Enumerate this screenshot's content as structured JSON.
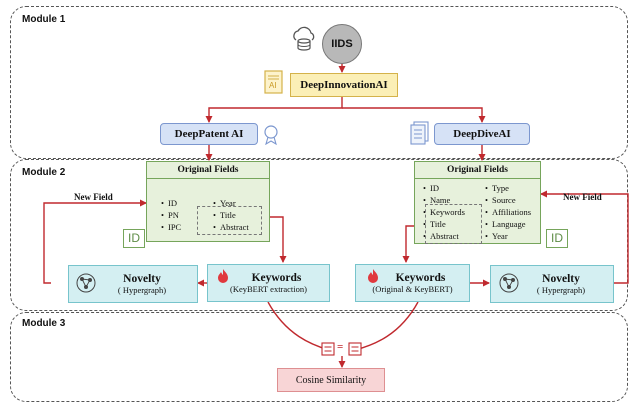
{
  "modules": {
    "m1": "Module 1",
    "m2": "Module 2",
    "m3": "Module 3"
  },
  "source": "IIDS",
  "main_system": "DeepInnovationAI",
  "ai_badge": "AI",
  "left": {
    "system": "DeepPatent AI",
    "fields_title": "Original Fields",
    "fields_col1": [
      "ID",
      "PN",
      "IPC"
    ],
    "fields_col2": [
      "Year",
      "Title",
      "Abstract"
    ],
    "id_badge": "ID",
    "new_field": "New Field",
    "novelty_title": "Novelty",
    "novelty_sub": "( Hypergraph)",
    "keywords_title": "Keywords",
    "keywords_sub": "(KeyBERT extraction)"
  },
  "right": {
    "system": "DeepDiveAI",
    "fields_title": "Original Fields",
    "fields_col1": [
      "ID",
      "Name",
      "Keywords",
      "Title",
      "Abstract"
    ],
    "fields_col2": [
      "Type",
      "Source",
      "Affiliations",
      "Language",
      "Year"
    ],
    "id_badge": "ID",
    "new_field": "New Field",
    "novelty_title": "Novelty",
    "novelty_sub": "( Hypergraph)",
    "keywords_title": "Keywords",
    "keywords_sub": "(Original & KeyBERT)"
  },
  "compare_symbol": "=",
  "result": "Cosine Similarity",
  "colors": {
    "arrow": "#c0292e",
    "fields_fill": "#e7f1dc",
    "teal_fill": "#d4eff2",
    "blue_fill": "#d6e2f6",
    "yellow_fill": "#fbefb6",
    "pink_fill": "#f8d5d6"
  }
}
